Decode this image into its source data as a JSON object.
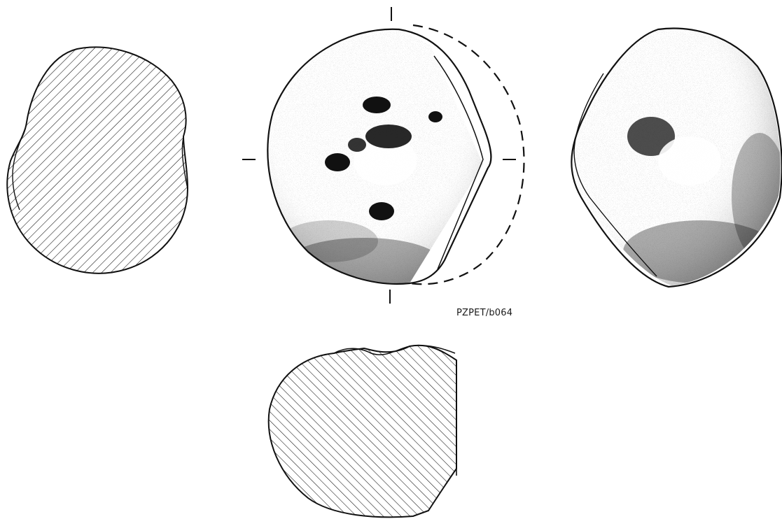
{
  "figure": {
    "catalog_number": "PZPET/b064",
    "line_color": "#111111",
    "background_color": "#ffffff"
  },
  "views": [
    {
      "id": "left-section",
      "style": "hatched-section"
    },
    {
      "id": "front-face",
      "style": "stippled-face"
    },
    {
      "id": "side-face",
      "style": "stippled-face"
    },
    {
      "id": "bottom-section",
      "style": "hatched-section"
    }
  ]
}
